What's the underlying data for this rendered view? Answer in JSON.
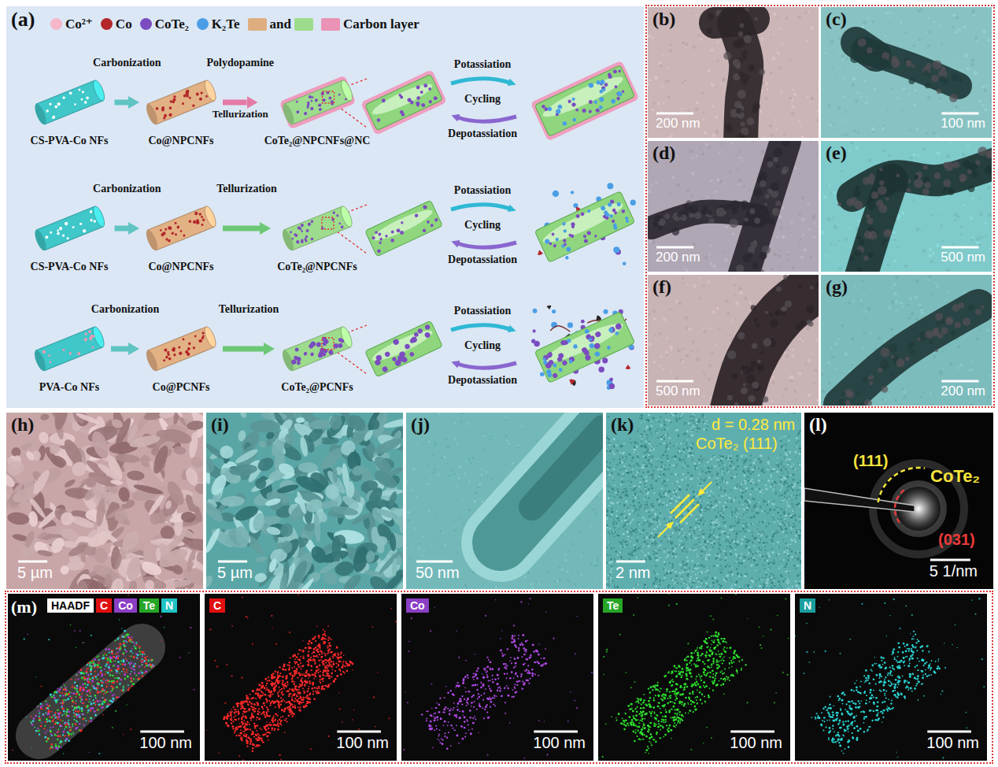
{
  "diagram": {
    "nodes": [
      {
        "text": [
          "(a)"
        ]
      },
      {
        "text": [
          "CS-PVA-Co NFs"
        ],
        "in": 0
      },
      {
        "text": [
          "Co@NPCNFs"
        ],
        "in": 0
      },
      {
        "text": [
          "CoTe₂@NPCNFs@NC"
        ],
        "in": 0
      },
      {
        "text": [
          "CS-PVA-Co NFs"
        ],
        "in": 0
      },
      {
        "text": [
          "Co@NPCNFs"
        ],
        "in": 0
      },
      {
        "text": [
          "CoTe₂@NPCNFs"
        ],
        "in": 0
      },
      {
        "text": [
          "PVA-Co NFs"
        ],
        "in": 0
      },
      {
        "text": [
          "Co@PCNFs"
        ],
        "in": 0
      },
      {
        "text": [
          "CoTe₂@PCNFs"
        ],
        "in": 0
      },
      {
        "text": [
          "(b)",
          "200 nm"
        ]
      },
      {
        "text": [
          "(c)",
          "100 nm"
        ]
      },
      {
        "text": [
          "(d)",
          "200 nm"
        ]
      },
      {
        "text": [
          "(e)",
          "500 nm"
        ]
      },
      {
        "text": [
          "(f)",
          "500 nm"
        ]
      },
      {
        "text": [
          "(g)",
          "200 nm"
        ]
      },
      {
        "text": [
          "(h)",
          "5 µm"
        ]
      },
      {
        "text": [
          "(i)",
          "5 µm"
        ]
      },
      {
        "text": [
          "(j)",
          "50 nm"
        ]
      },
      {
        "text": [
          "(k)",
          "d = 0.28 nm",
          "CoTe₂ (111)",
          "2 nm"
        ]
      },
      {
        "text": [
          "(l)",
          "(111)",
          "CoTe₂",
          "(031)",
          "5 1/nm"
        ]
      },
      {
        "text": [
          "(m)",
          "HAADF",
          "C",
          "Co",
          "Te",
          "N",
          "100 nm"
        ]
      },
      {
        "text": [
          "C",
          "100 nm"
        ]
      },
      {
        "text": [
          "Co",
          "100 nm"
        ]
      },
      {
        "text": [
          "Te",
          "100 nm"
        ]
      },
      {
        "text": [
          "N",
          "100 nm"
        ]
      }
    ],
    "edges": [
      {
        "from": 1,
        "to": 2,
        "arrow": "to",
        "label": "Carbonization"
      },
      {
        "from": 2,
        "to": 3,
        "arrow": "to",
        "label": "Polydopamine"
      },
      {
        "from": 4,
        "to": 5,
        "arrow": "to",
        "label": "Carbonization"
      },
      {
        "from": 5,
        "to": 6,
        "arrow": "to",
        "label": "Tellurization"
      },
      {
        "from": 7,
        "to": 8,
        "arrow": "to",
        "label": "Carbonization"
      },
      {
        "from": 8,
        "to": 9,
        "arrow": "to",
        "label": "Tellurization"
      }
    ],
    "labels": [
      "Tellurization",
      "Potassiation",
      "Cycling",
      "Depotassiation",
      "Potassiation",
      "Cycling",
      "Depotassiation",
      "Potassiation",
      "Cycling",
      "Depotassiation"
    ],
    "legend": [
      {
        "text": "Co²⁺",
        "color": "#f4b6c8"
      },
      {
        "text": "Co",
        "color": "#b3262a"
      },
      {
        "text": "CoTe₂",
        "color": "#7b4cc0"
      },
      {
        "text": "K₂Te",
        "color": "#4a9ee6"
      },
      {
        "text": "and",
        "color": "#dfae80"
      },
      {
        "text": "Carbon layer",
        "color": "#ea93b6"
      }
    ]
  }
}
